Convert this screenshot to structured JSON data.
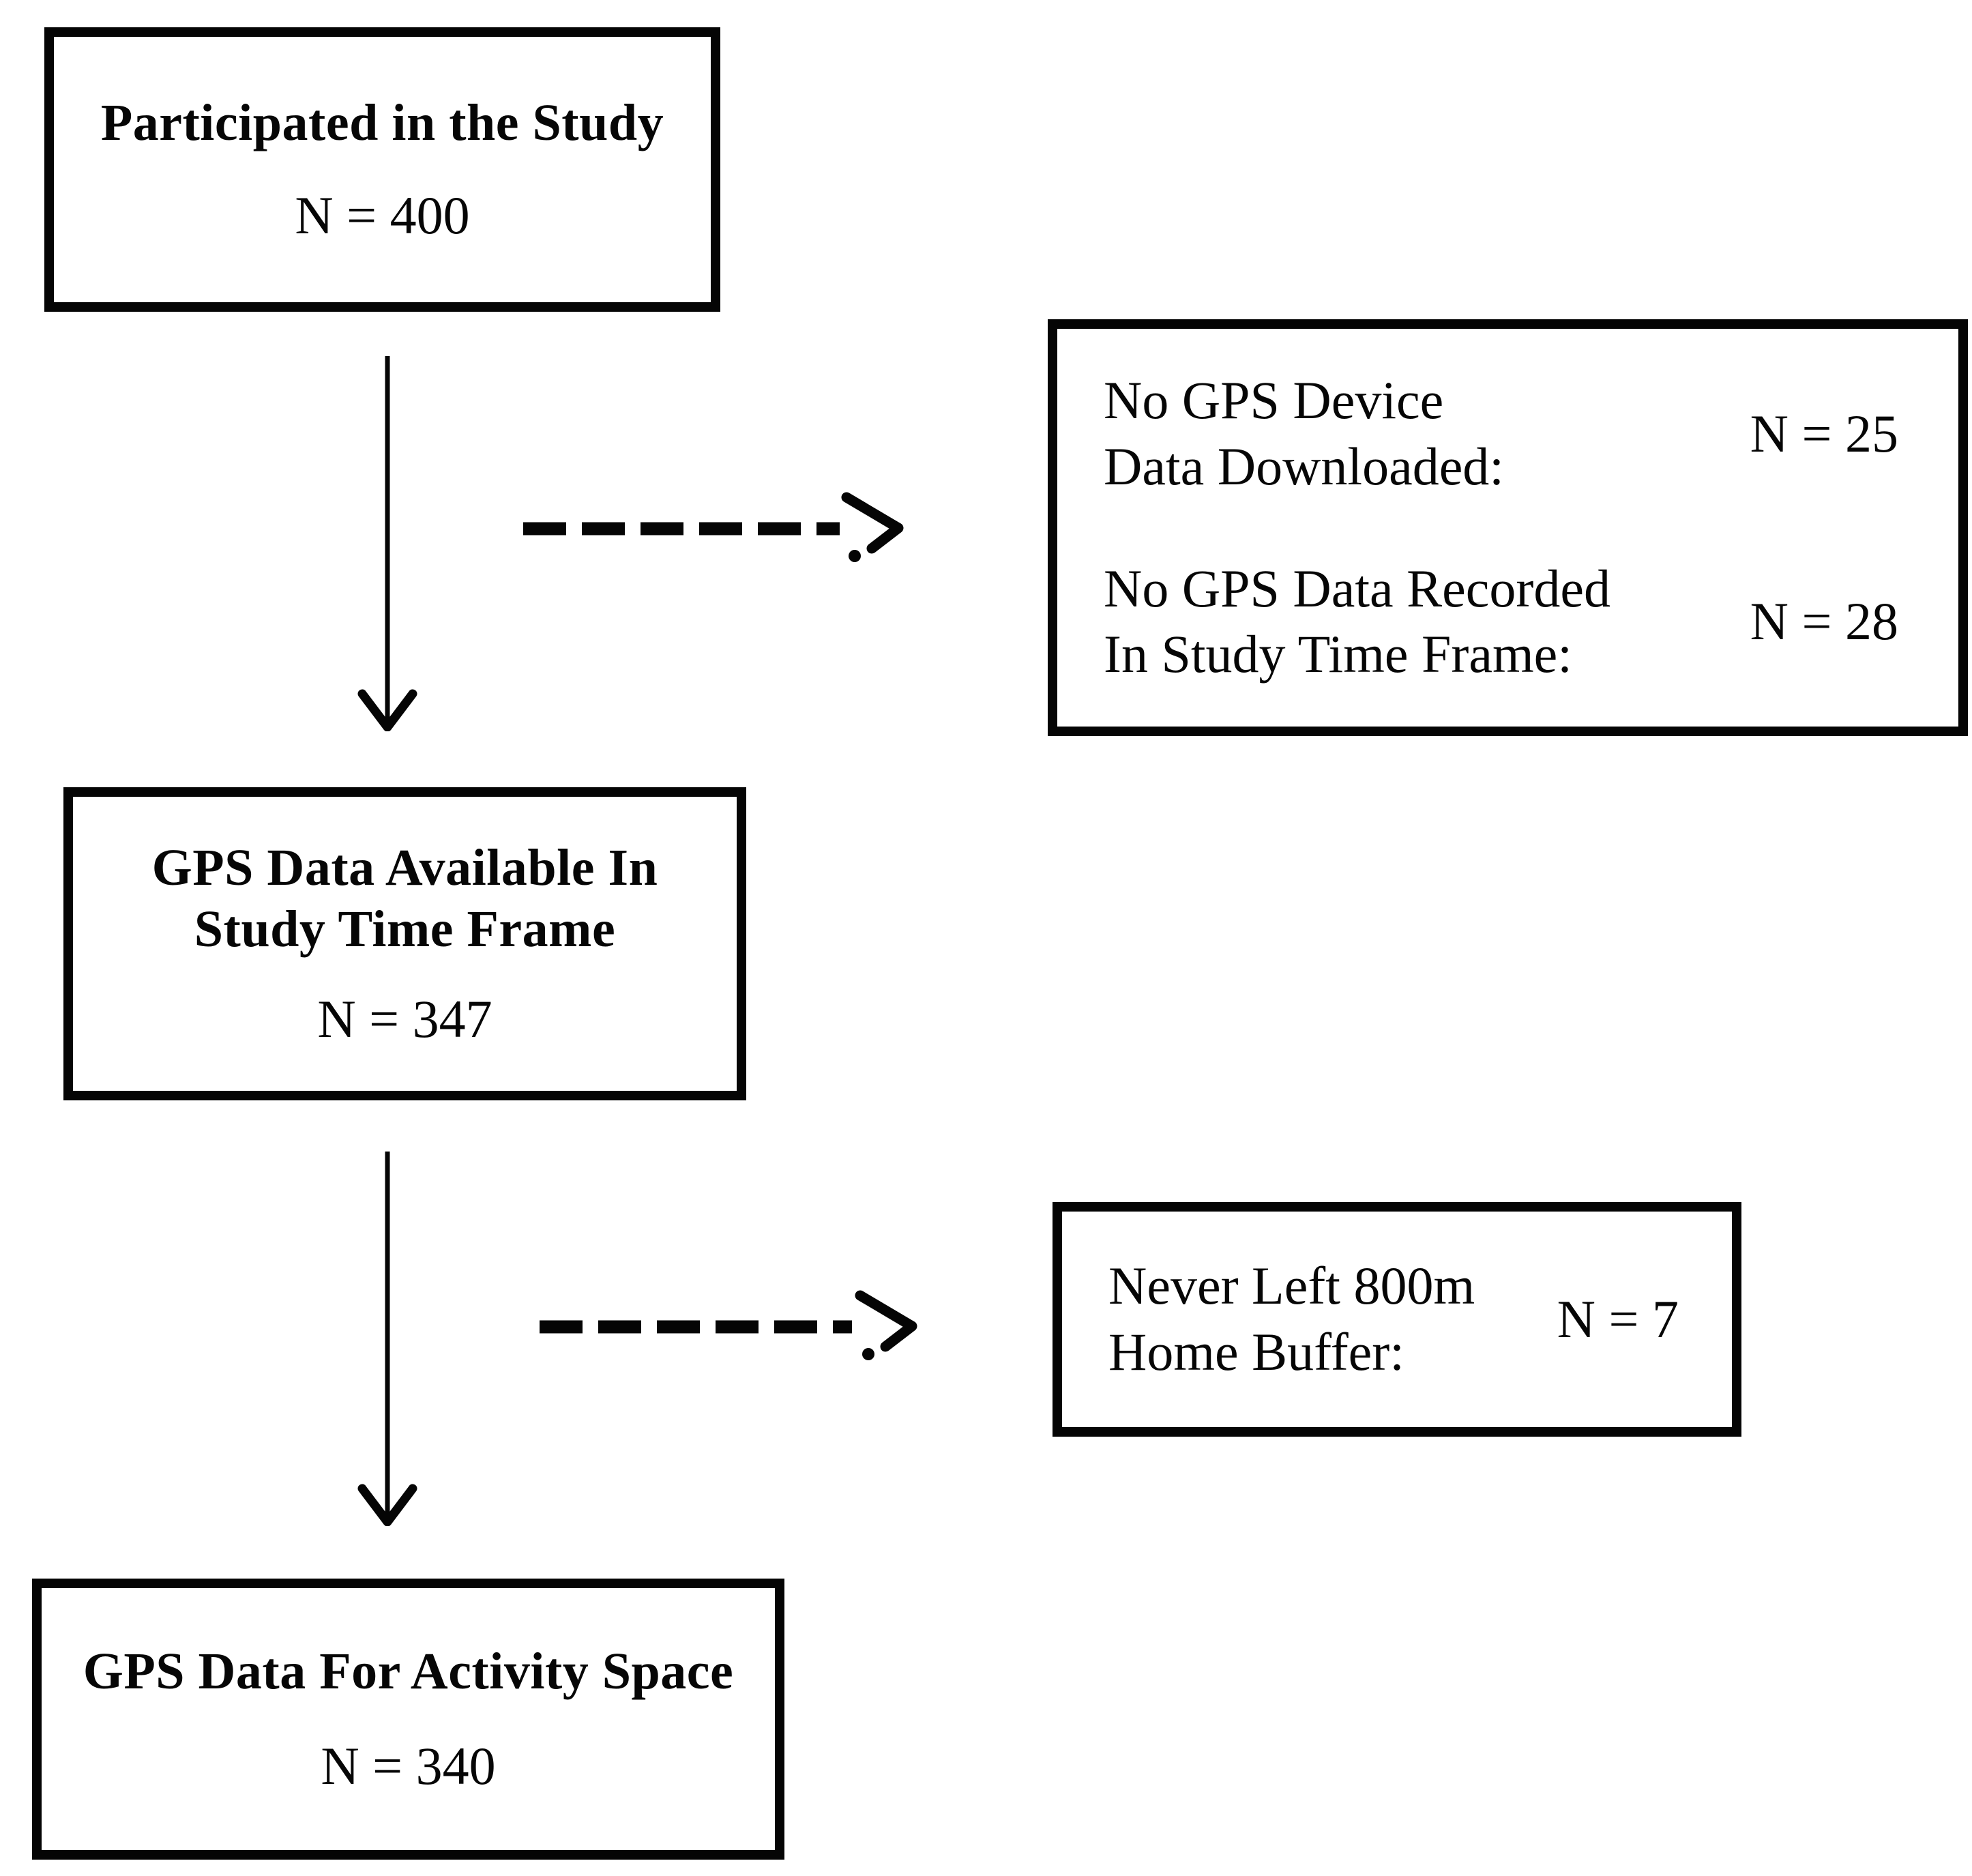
{
  "diagram": {
    "background": "#ffffff",
    "line_color": "#050505",
    "nodes": {
      "participated": {
        "title": "Participated in the Study",
        "count": "N = 400"
      },
      "gps_available": {
        "title_line1": "GPS Data Available In",
        "title_line2": "Study Time Frame",
        "count": "N = 347"
      },
      "activity_space": {
        "title": "GPS Data For Activity Space",
        "count": "N = 340"
      },
      "exclusions_top": {
        "rows": [
          {
            "label_line1": "No GPS Device",
            "label_line2": "Data Downloaded:",
            "count": "N = 25"
          },
          {
            "label_line1": "No GPS Data Recorded",
            "label_line2": "In Study Time Frame:",
            "count": "N = 28"
          }
        ]
      },
      "exclusion_buffer": {
        "label_line1": "Never Left 800m",
        "label_line2": "Home Buffer:",
        "count": "N = 7"
      }
    }
  }
}
